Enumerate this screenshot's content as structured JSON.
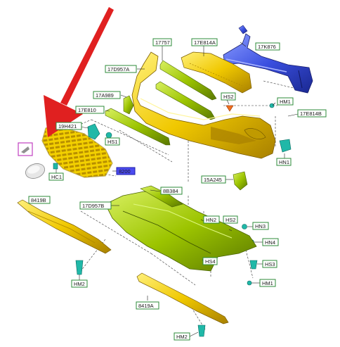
{
  "callouts": {
    "c17757": "17757",
    "c17E814A": "17E814A",
    "c17K876": "17K876",
    "c17D957A": "17D957A",
    "c17A989": "17A989",
    "cHS2a": "HS2",
    "cHM1a": "HM1",
    "c17E810": "17E810",
    "c17E814B": "17E814B",
    "c19H421": "19H421",
    "cHS1": "HS1",
    "cHN1": "HN1",
    "cHC1": "HC1",
    "c8200": "8200",
    "c15A245": "15A245",
    "c8B384": "8B384",
    "c8419B": "8419B",
    "c17D957B": "17D957B",
    "cHN2": "HN2",
    "cHS2b": "HS2",
    "cHN3": "HN3",
    "cHN4": "HN4",
    "cHS4": "HS4",
    "cHS3": "HS3",
    "cHM1b": "HM1",
    "cHM2a": "HM2",
    "c8419A": "8419A",
    "cHM2b": "HM2"
  },
  "colors": {
    "arrow": "#e02020",
    "yellow_part": "#f0c800",
    "green_part": "#9cc400",
    "blue_part": "#3a4fe0",
    "callout_border": "#2e8b3a",
    "highlight_box": "#c040c0",
    "fastener": "#20b8a8"
  }
}
